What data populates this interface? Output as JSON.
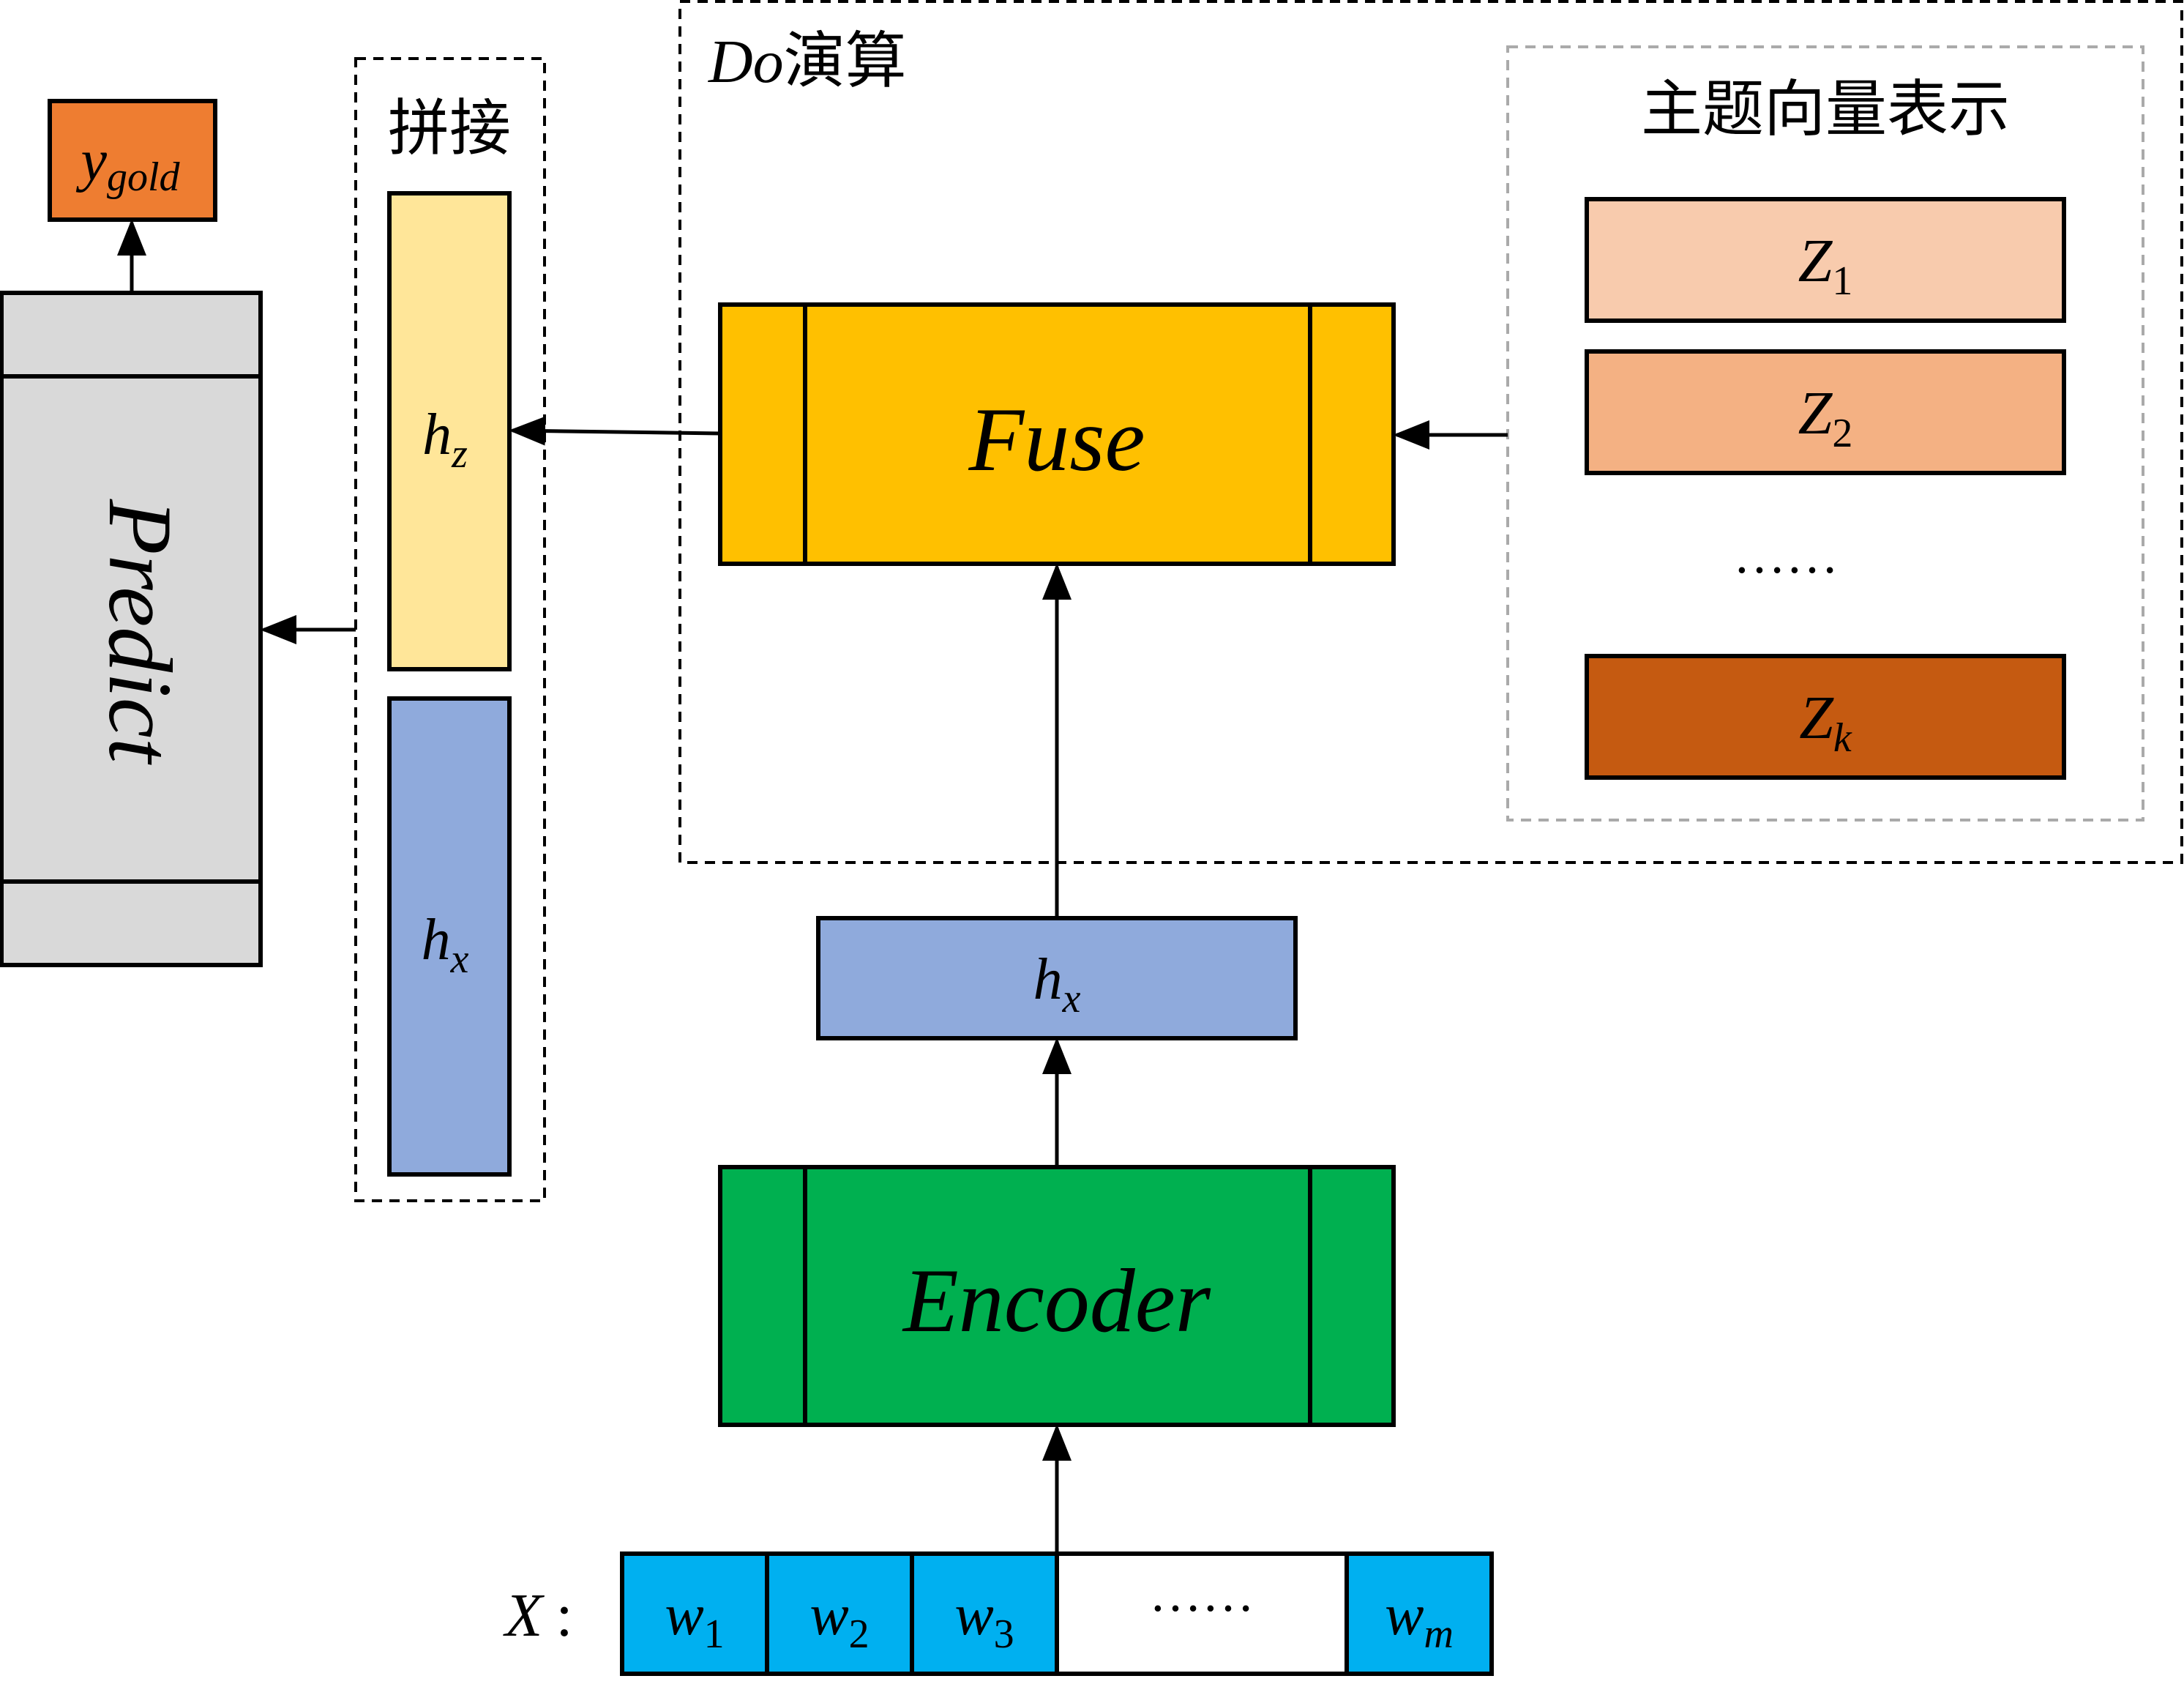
{
  "colors": {
    "gold": "#ee7d31",
    "predict": "#d9d9d9",
    "hz": "#ffe699",
    "hx": "#8faadc",
    "fuse": "#ffc000",
    "encoder": "#00b050",
    "word": "#00b0f0",
    "z1": "#f8cbad",
    "z2": "#f4b183",
    "zk": "#c55a11",
    "stroke": "#000000",
    "dash_gray": "#aaaaaa"
  },
  "output": {
    "base": "y",
    "sub": "gold"
  },
  "predict": {
    "label": "Predict"
  },
  "concat": {
    "title": "拼接",
    "hz": {
      "base": "h",
      "sub": "z"
    },
    "hx": {
      "base": "h",
      "sub": "x"
    }
  },
  "do_calculus": {
    "title_italic": "Do",
    "title_cjk": "演算",
    "fuse_label": "Fuse",
    "topics": {
      "title": "主题向量表示",
      "items": [
        {
          "base": "Z",
          "sub": "1"
        },
        {
          "base": "Z",
          "sub": "2"
        },
        {
          "base": "Z",
          "sub": "k"
        }
      ],
      "ellipsis": "……"
    }
  },
  "encoder": {
    "hidden": {
      "base": "h",
      "sub": "x"
    },
    "label": "Encoder"
  },
  "input": {
    "prefix": "X",
    "colon": ":",
    "tokens": [
      {
        "base": "w",
        "sub": "1"
      },
      {
        "base": "w",
        "sub": "2"
      },
      {
        "base": "w",
        "sub": "3"
      },
      {
        "base": "w",
        "sub": "m"
      }
    ],
    "ellipsis": "……"
  }
}
